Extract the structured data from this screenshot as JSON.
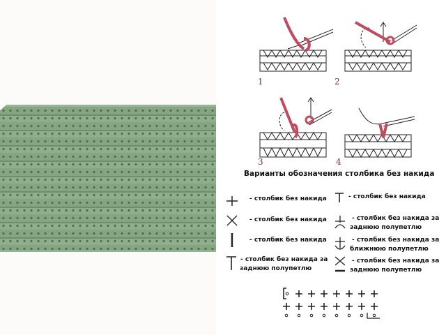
{
  "photo": {
    "subject": "green single crochet swatch",
    "fabric_color": "#7f9e7d",
    "background_color": "#fdfafa"
  },
  "steps": [
    {
      "number": "1"
    },
    {
      "number": "2"
    },
    {
      "number": "3"
    },
    {
      "number": "4"
    }
  ],
  "accent_color": "#c04a5e",
  "legend": {
    "title": "Варианты обозначения столбика без накида",
    "items": [
      {
        "symbol": "plus-icon",
        "text": "- столбик без накида"
      },
      {
        "symbol": "cross-icon",
        "text": "- столбик без накида"
      },
      {
        "symbol": "vertical-bar-icon",
        "text": "- столбик без накида"
      },
      {
        "symbol": "t-icon",
        "text": "- столбик без накида за",
        "text2": "заднюю полупетлю"
      },
      {
        "symbol": "t-small-icon",
        "text": "- столбик без накида"
      },
      {
        "symbol": "plus-arc-down-icon",
        "text": "- столбик без накида за",
        "text2": "заднюю полупетлю"
      },
      {
        "symbol": "plus-arc-up-icon",
        "text": "- столбик без накида за",
        "text2": "ближнюю полупетлю"
      },
      {
        "symbol": "cross-underline-icon",
        "text": "- столбик без накида за",
        "text2": "заднюю полупетлю"
      }
    ]
  },
  "chart": {
    "row1": [
      "chain-turn",
      "+",
      "+",
      "+",
      "+",
      "+",
      "+",
      "+"
    ],
    "row2": [
      "+",
      "+",
      "+",
      "+",
      "+",
      "+",
      "+",
      "+"
    ],
    "row3": [
      "o",
      "o",
      "o",
      "o",
      "o",
      "o",
      "o",
      "o-turn"
    ]
  }
}
